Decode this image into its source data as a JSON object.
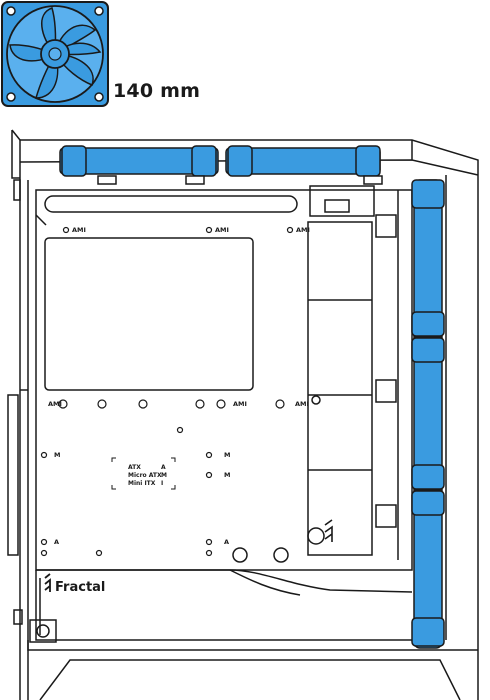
{
  "fan": {
    "size_label": "140 mm",
    "color": "#3a9be0"
  },
  "case": {
    "brand": "Fractal",
    "screws": {
      "ami": "AMI",
      "m": "M",
      "a": "A"
    },
    "legend": [
      {
        "name": "ATX",
        "code": "A"
      },
      {
        "name": "Micro ATX",
        "code": "M"
      },
      {
        "name": "Mini ITX",
        "code": "I"
      }
    ]
  },
  "colors": {
    "outline": "#1a1a1a",
    "fan_blue": "#3a9be0",
    "panel": "#ffffff"
  }
}
